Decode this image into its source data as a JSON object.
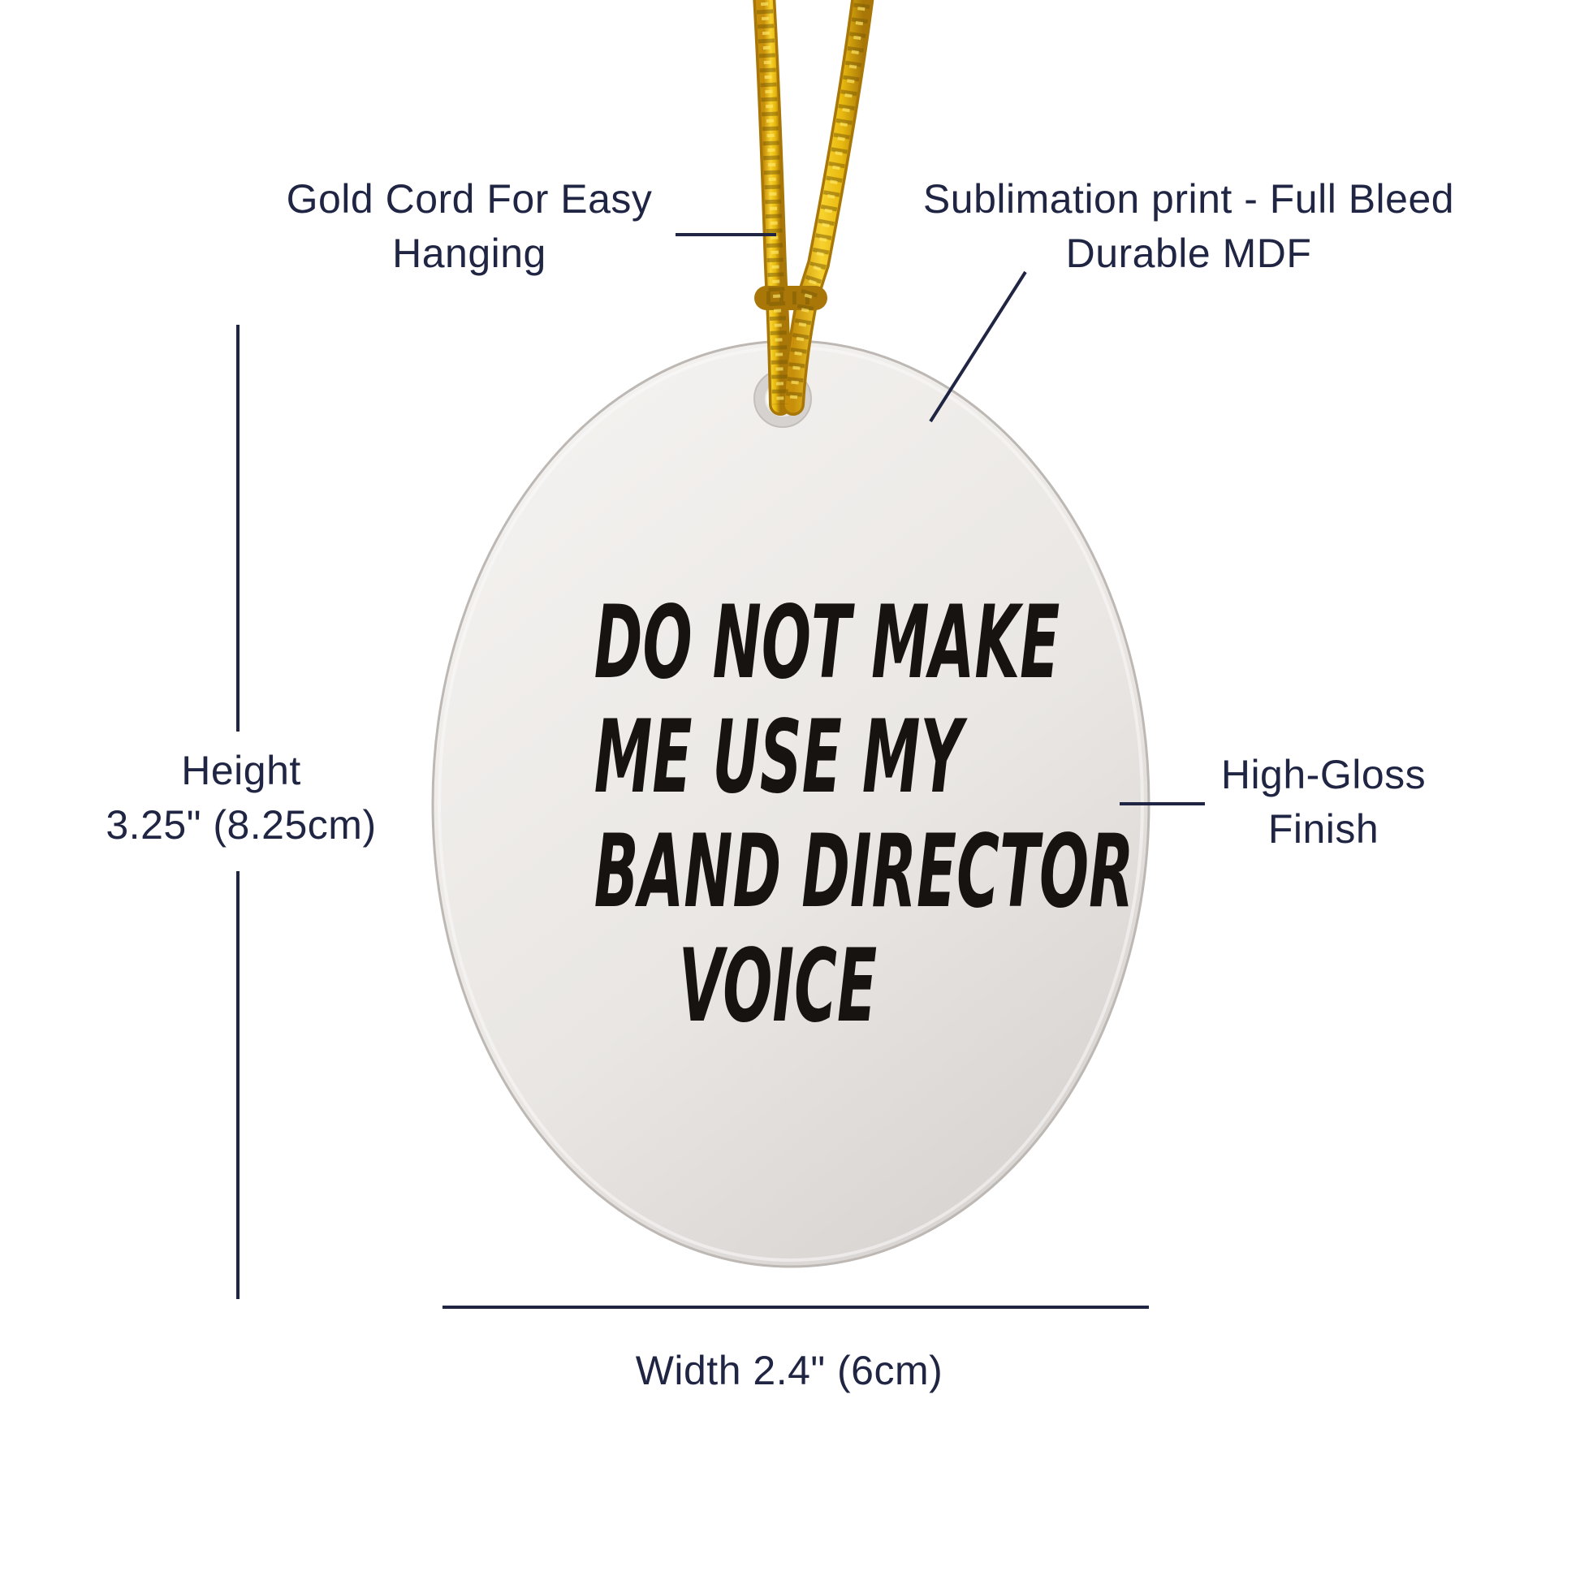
{
  "product": {
    "type": "oval-ornament",
    "quote_lines": [
      "DO NOT MAKE",
      "ME USE MY",
      "BAND DIRECTOR",
      "VOICE"
    ]
  },
  "callouts": {
    "gold_cord": {
      "line1": "Gold Cord For Easy",
      "line2": "Hanging"
    },
    "sublimation": {
      "line1": "Sublimation print - Full Bleed",
      "line2": "Durable MDF"
    },
    "high_gloss": {
      "line1": "High-Gloss",
      "line2": "Finish"
    }
  },
  "dimensions": {
    "height": {
      "line1": "Height",
      "line2": "3.25\" (8.25cm)"
    },
    "width": {
      "label": "Width 2.4\" (6cm)"
    }
  },
  "colors": {
    "accent-navy": "#1f2543",
    "cord-gold": "#e8b90f",
    "cord-gold-dark": "#8a6205",
    "cord-gold-light": "#ffe96b",
    "ornament-face-light": "#f3f1ee",
    "ornament-face-dark": "#d8d4d1",
    "ornament-edge": "#bdb8b4",
    "quote-text": "#171310",
    "background": "#ffffff"
  }
}
